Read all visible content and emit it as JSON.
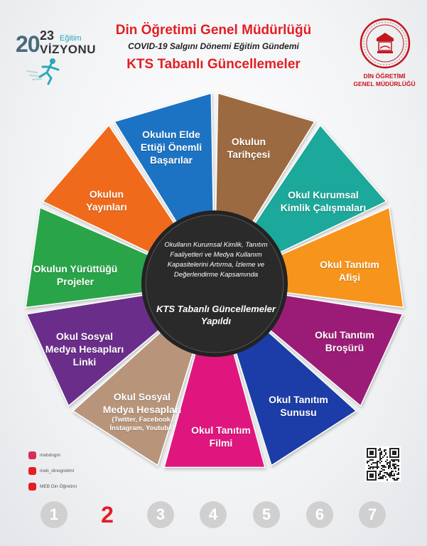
{
  "header": {
    "title": "Din Öğretimi Genel Müdürlüğü",
    "subtitle": "COVID-19 Salgını Dönemi Eğitim Gündemi",
    "heading": "KTS Tabanlı Güncellemeler"
  },
  "vizyon_logo": {
    "year_prefix": "20",
    "year_suffix": "23",
    "egitim": "Eğitim",
    "vizyonu": "VİZYONU"
  },
  "meb": {
    "name_line1": "DİN ÖĞRETİMİ",
    "name_line2": "GENEL MÜDÜRLÜĞÜ"
  },
  "center": {
    "description": "Okulların Kurumsal Kimlik, Tanıtım Faaliyetleri ve Medya Kullanım Kapasitelerini Artırma, İzleme ve Değerlendirme Kapsamında",
    "conclusion": "KTS Tabanlı Güncellemeler Yapıldı"
  },
  "segments": [
    {
      "line1": "Okulun",
      "line2": "Tarihçesi",
      "line3": "",
      "color": "#9c6b3f"
    },
    {
      "line1": "Okul Kurumsal",
      "line2": "Kimlik Çalışmaları",
      "line3": "",
      "color": "#1ba89a"
    },
    {
      "line1": "Okul Tanıtım",
      "line2": "Afişi",
      "line3": "",
      "color": "#f7941d"
    },
    {
      "line1": "Okul Tanıtım",
      "line2": "Broşürü",
      "line3": "",
      "color": "#9b1f76"
    },
    {
      "line1": "Okul Tanıtım",
      "line2": "Sunusu",
      "line3": "",
      "color": "#1a3ea8"
    },
    {
      "line1": "Okul Tanıtım",
      "line2": "Filmi",
      "line3": "",
      "color": "#e0157f"
    },
    {
      "line1": "Okul Sosyal",
      "line2": "Medya Hesapları",
      "line3": "(Twitter, Facebook, İnstagram, Youtube)",
      "color": "#b8957a"
    },
    {
      "line1": "Okul Sosyal",
      "line2": "Medya Hesapları",
      "line3": "Linki",
      "color": "#6b2d8a"
    },
    {
      "line1": "Okulun Yürüttüğü",
      "line2": "Projeler",
      "line3": "",
      "color": "#2aa44a"
    },
    {
      "line1": "Okulun",
      "line2": "Yayınları",
      "line3": "",
      "color": "#f06a1e"
    },
    {
      "line1": "Okulun Elde",
      "line2": "Ettiği Önemli",
      "line3": "Başarılar",
      "color": "#1f73c4"
    }
  ],
  "social": [
    {
      "icon": "instagram-icon",
      "handle": "mebdogm"
    },
    {
      "icon": "twitter-icon",
      "handle": "meb_dinogretimi"
    },
    {
      "icon": "youtube-icon",
      "handle": "MEB Din Öğretimi"
    }
  ],
  "pagination": {
    "pages": [
      "1",
      "2",
      "3",
      "4",
      "5",
      "6",
      "7"
    ],
    "active": "2",
    "active_color": "#e31e24",
    "inactive_color": "#d0d0d0"
  }
}
